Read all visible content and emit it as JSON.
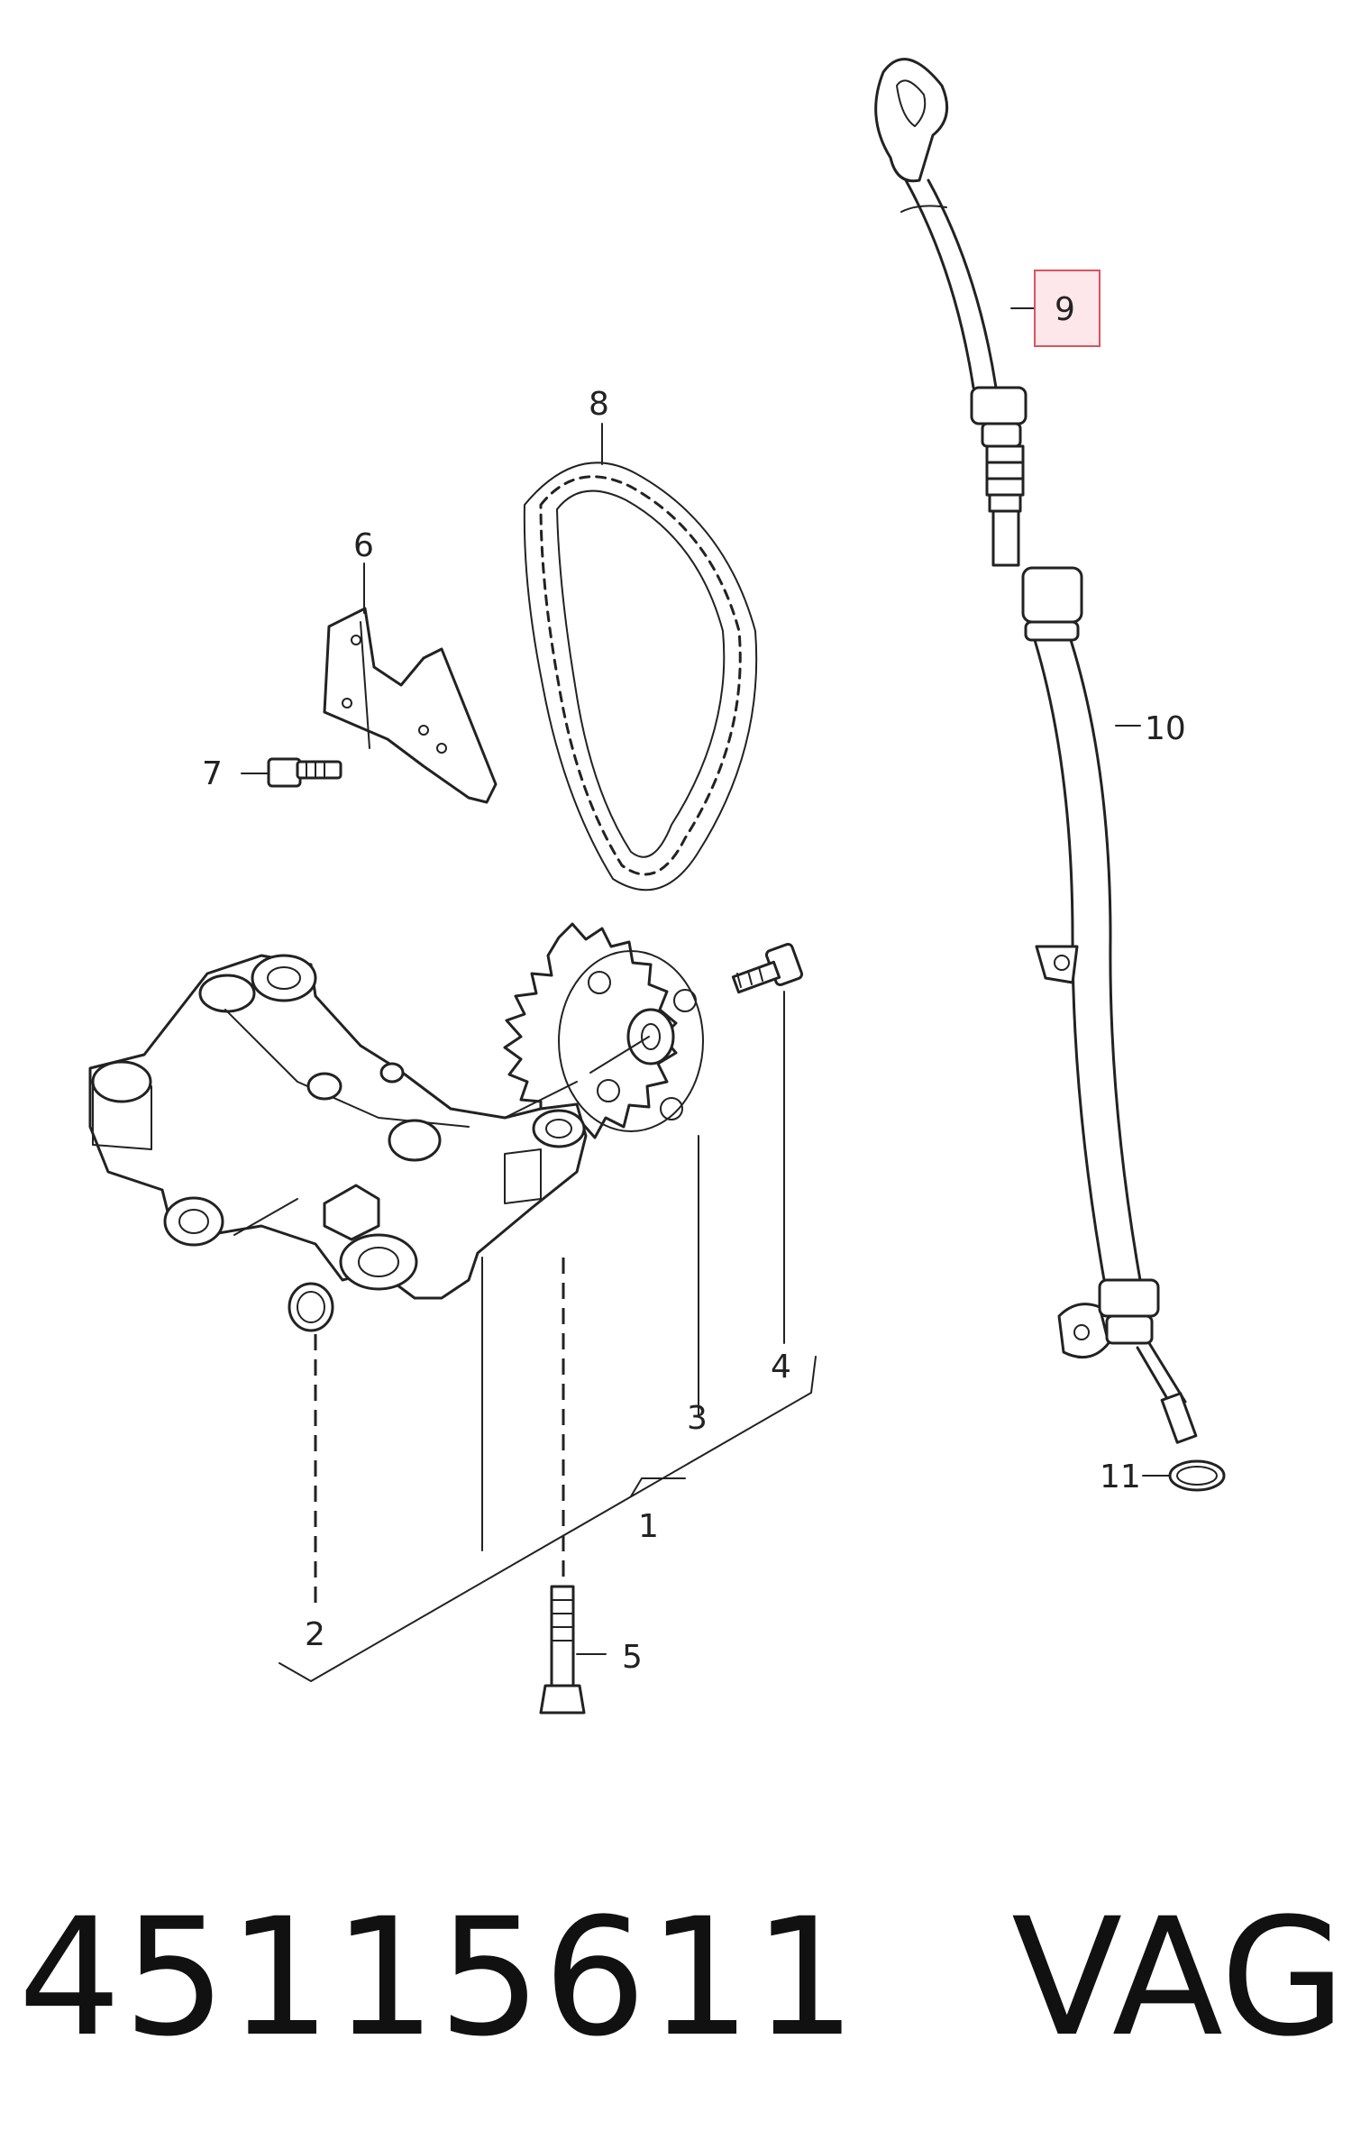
{
  "callouts": {
    "c1": "1",
    "c2": "2",
    "c3": "3",
    "c4": "4",
    "c5": "5",
    "c6": "6",
    "c7": "7",
    "c8": "8",
    "c9": "9",
    "c10": "10",
    "c11": "11"
  },
  "highlight": {
    "callout": "9",
    "color": "#d9545f"
  },
  "footer": {
    "part_number": "45115611",
    "brand": "VAG"
  }
}
